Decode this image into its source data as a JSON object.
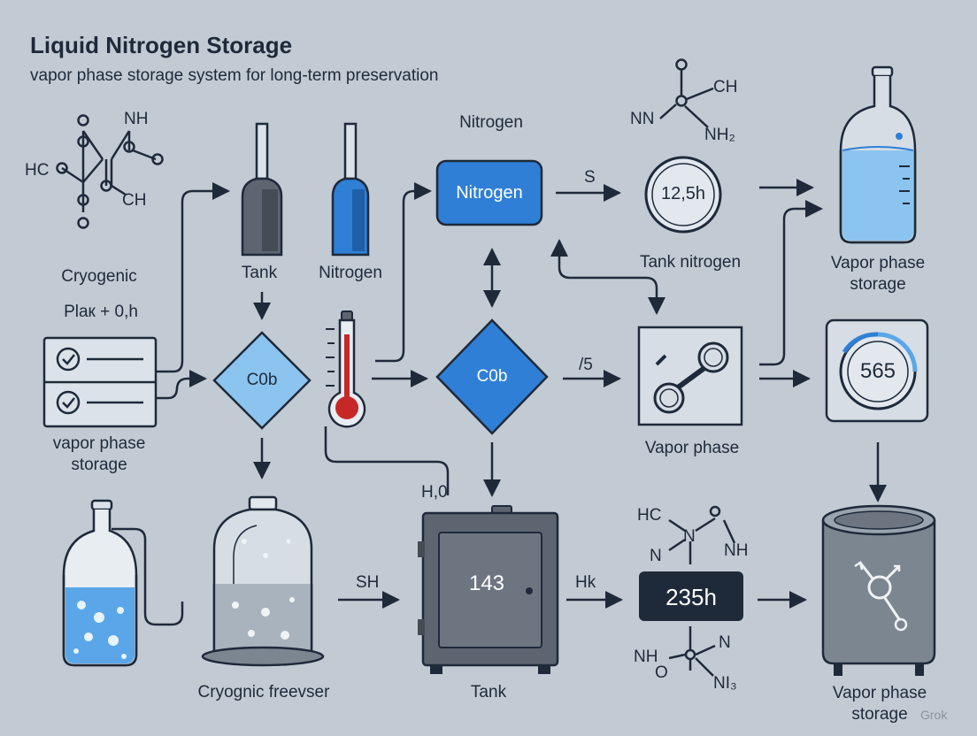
{
  "title": "Liquid Nitrogen Storage",
  "subtitle": "vapor phase storage system for long-term preservation",
  "labels": {
    "tank_top": "Tank",
    "nitrogen_top": "Nitrogen",
    "nitrogen_header": "Nitrogen",
    "cryogenic": "Cryogenic",
    "plak": "Plaк + 0,h",
    "vapor_phase_storage_left": "vapor phase storage",
    "tank_nitrogen": "Tank nitrogen",
    "vapor_phase_storage_top_right": "Vapor phase storage",
    "vapor_phase_mid": "Vapor phase",
    "cryogenic_freezer": "Cryognic freevser",
    "tank_bottom": "Tank",
    "vapor_phase_storage_bottom_right": "Vapor phase storage",
    "h0": "H,0",
    "sh": "SH",
    "hk": "Hk",
    "s": "S",
    "slash5": "/5"
  },
  "nodes": {
    "nitrogen_box": "Nitrogen",
    "diamond_left": "C0b",
    "diamond_mid": "C0b",
    "gauge_top": "12,5h",
    "gauge_right": "565",
    "tank_display": "143",
    "display_bottom": "235h"
  },
  "molecules": {
    "top_left": {
      "nh": "NH",
      "hc": "HC",
      "ch": "CH"
    },
    "top_right": {
      "ch": "CH",
      "nn": "NN",
      "nh2": "NH₂"
    },
    "bottom_top": {
      "hc": "HC",
      "n1": "N",
      "nh": "NH"
    },
    "bottom_bottom": {
      "nh": "NH",
      "n": "N",
      "o": "O",
      "ni3": "NI₃"
    }
  },
  "colors": {
    "background": "#c2cbd3",
    "accent_blue": "#2f7fd6",
    "light_blue": "#8cc4f0",
    "dark": "#1e2a3a",
    "thermometer_red": "#c62828"
  },
  "watermark": "Grok"
}
